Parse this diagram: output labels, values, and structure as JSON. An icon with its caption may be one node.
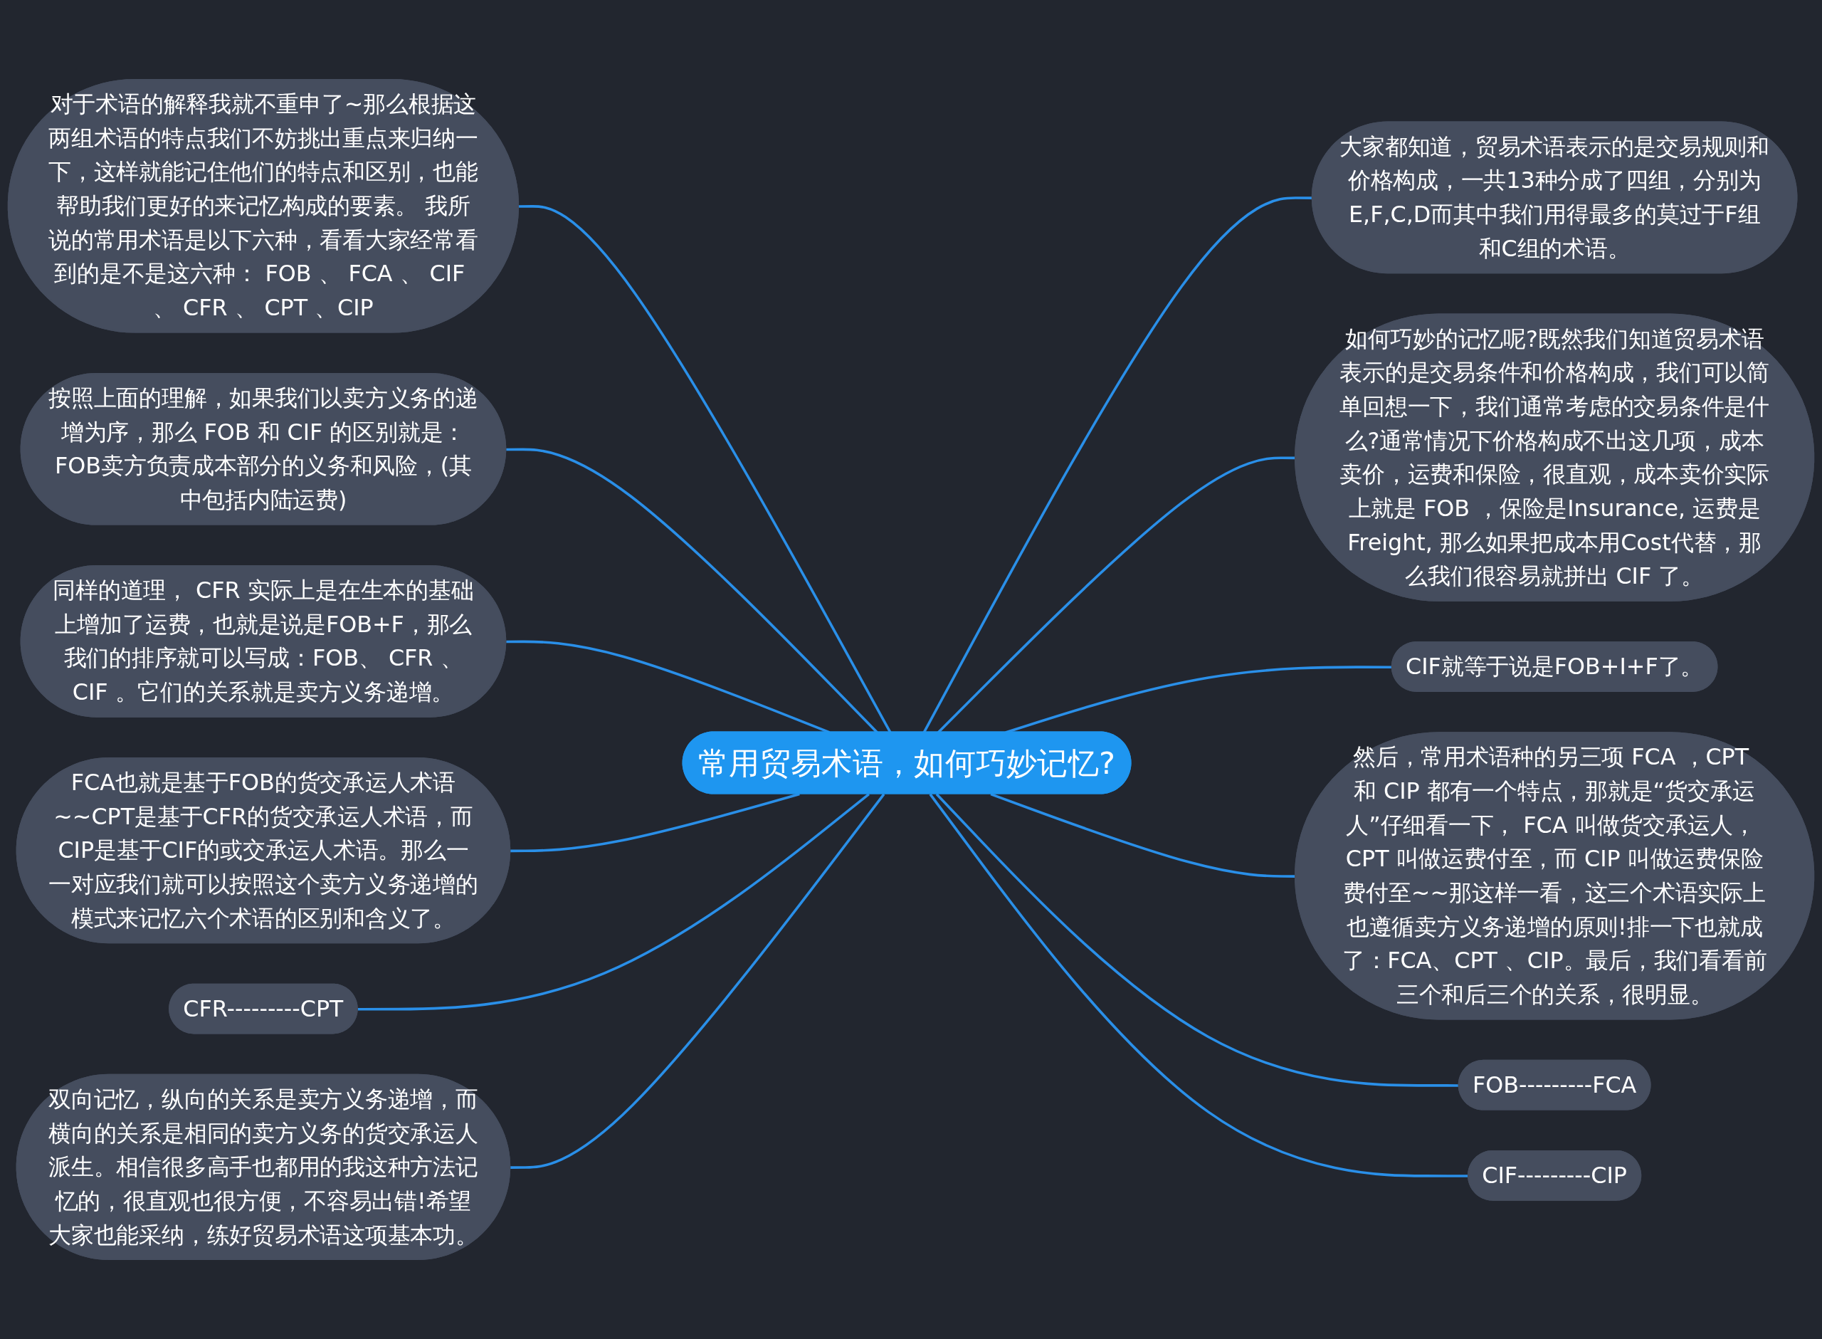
{
  "diagram": {
    "nodes": [
      {
        "text": [
          "常用贸易术语，如何巧妙记忆?"
        ]
      },
      {
        "text": [
          "大家都知道，贸易术语表示的是交易规则和价格构成，一共13种分成了四组，分别为E,F,C,D而其中我们用得最多的莫过于F组和C组的术语。"
        ]
      },
      {
        "text": [
          "如何巧妙的记忆呢?既然我们知道贸易术语表示的是交易条件和价格构成，我们可以简单回想一下，我们通常考虑的交易条件是什么?通常情况下价格构成不出这几项，成本卖价，运费和保险，很直观，成本卖价实际上就是 FOB ，保险是Insurance, 运费是Freight, 那么如果把成本用Cost代替，那么我们很容易就拼出 CIF 了。"
        ]
      },
      {
        "text": [
          "CIF就等于说是FOB+I+F了。"
        ]
      },
      {
        "text": [
          "然后，常用术语种的另三项 FCA ，CPT 和 CIP 都有一个特点，那就是“货交承运人”仔细看一下， FCA 叫做货交承运人， CPT 叫做运费付至，而 CIP 叫做运费保险费付至~~那这样一看，这三个术语实际上也遵循卖方义务递增的原则!排一下也就成了：FCA、CPT 、CIP。最后，我们看看前三个和后三个的关系，很明显。"
        ]
      },
      {
        "text": [
          "FOB---------FCA"
        ]
      },
      {
        "text": [
          "CIF---------CIP"
        ]
      },
      {
        "text": [
          "对于术语的解释我就不重申了~那么根据这两组术语的特点我们不妨挑出重点来归纳一下，这样就能记住他们的特点和区别，也能帮助我们更好的来记忆构成的要素。 我所说的常用术语是以下六种，看看大家经常看到的是不是这六种： FOB 、 FCA 、 CIF 、 CFR 、 CPT 、CIP"
        ]
      },
      {
        "text": [
          "按照上面的理解，如果我们以卖方义务的递增为序，那么 FOB 和 CIF 的区别就是：FOB卖方负责成本部分的义务和风险，(其中包括内陆运费)"
        ]
      },
      {
        "text": [
          "同样的道理， CFR 实际上是在生本的基础上增加了运费，也就是说是FOB+F，那么我们的排序就可以写成：FOB、 CFR 、CIF 。它们的关系就是卖方义务递增。"
        ]
      },
      {
        "text": [
          "FCA也就是基于FOB的货交承运人术语~~CPT是基于CFR的货交承运人术语，而CIP是基于CIF的或交承运人术语。那么一一对应我们就可以按照这个卖方义务递增的模式来记忆六个术语的区别和含义了。"
        ]
      },
      {
        "text": [
          "CFR---------CPT"
        ]
      },
      {
        "text": [
          "双向记忆，纵向的关系是卖方义务递增，而横向的关系是相同的卖方义务的货交承运人派生。相信很多高手也都用的我这种方法记忆的，很直观也很方便，不容易出错!希望大家也能采纳，练好贸易术语这项基本功。"
        ]
      }
    ],
    "edges": [
      {
        "from": 0,
        "to": 1,
        "arrow": "none"
      },
      {
        "from": 0,
        "to": 2,
        "arrow": "none"
      },
      {
        "from": 0,
        "to": 3,
        "arrow": "none"
      },
      {
        "from": 0,
        "to": 4,
        "arrow": "none"
      },
      {
        "from": 0,
        "to": 5,
        "arrow": "none"
      },
      {
        "from": 0,
        "to": 6,
        "arrow": "none"
      },
      {
        "from": 0,
        "to": 7,
        "arrow": "none"
      },
      {
        "from": 0,
        "to": 8,
        "arrow": "none"
      },
      {
        "from": 0,
        "to": 9,
        "arrow": "none"
      },
      {
        "from": 0,
        "to": 10,
        "arrow": "none"
      },
      {
        "from": 0,
        "to": 11,
        "arrow": "none"
      },
      {
        "from": 0,
        "to": 12,
        "arrow": "none"
      }
    ]
  }
}
